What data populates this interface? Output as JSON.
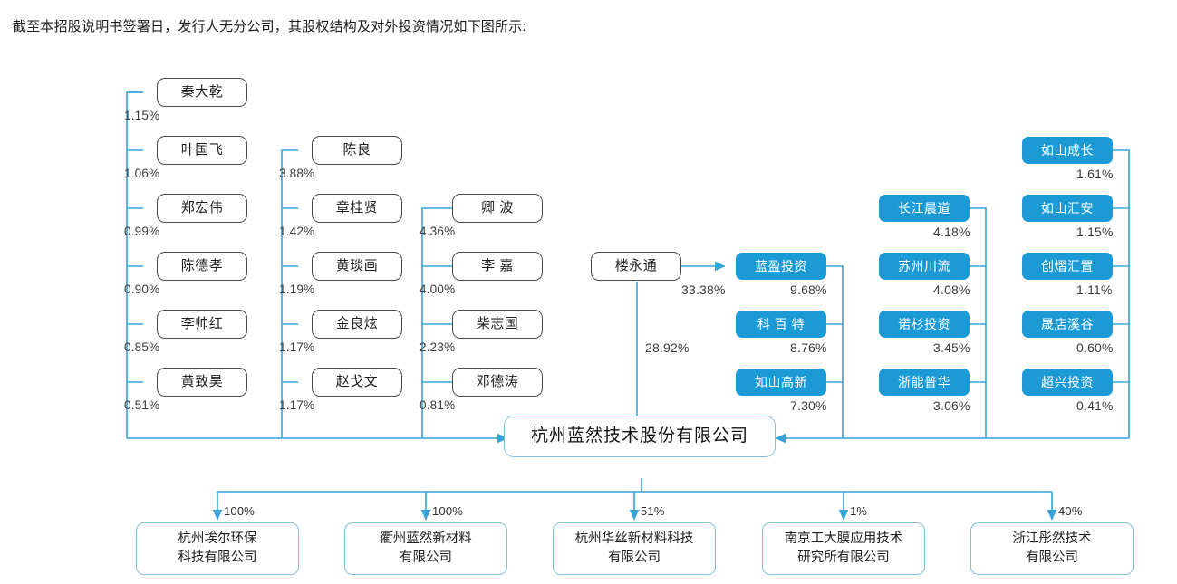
{
  "page": {
    "intro_text": "截至本招股说明书签署日，发行人无分公司，其股权结构及对外投资情况如下图所示:"
  },
  "colors": {
    "institution_fill": "#1c9ad6",
    "wire": "#36a3d9",
    "person_border": "#4a4a4a",
    "company_border": "#7ec0de"
  },
  "chart_data": {
    "type": "diagram",
    "title": "杭州蓝然技术股份有限公司 股权结构及对外投资情况",
    "center": {
      "name": "杭州蓝然技术股份有限公司"
    },
    "shareholder_columns": [
      {
        "kind": "person",
        "items": [
          {
            "name": "秦大乾",
            "pct": "1.15%"
          },
          {
            "name": "叶国飞",
            "pct": "1.06%"
          },
          {
            "name": "郑宏伟",
            "pct": "0.99%"
          },
          {
            "name": "陈德孝",
            "pct": "0.90%"
          },
          {
            "name": "李帅红",
            "pct": "0.85%"
          },
          {
            "name": "黄致昊",
            "pct": "0.51%"
          }
        ]
      },
      {
        "kind": "person",
        "items": [
          {
            "name": "陈良",
            "pct": "3.88%"
          },
          {
            "name": "章桂贤",
            "pct": "1.42%"
          },
          {
            "name": "黄琰画",
            "pct": "1.19%"
          },
          {
            "name": "金良炫",
            "pct": "1.17%"
          },
          {
            "name": "赵戈文",
            "pct": "1.17%"
          }
        ]
      },
      {
        "kind": "person",
        "items": [
          {
            "name": "卿 波",
            "pct": "4.36%"
          },
          {
            "name": "李 嘉",
            "pct": "4.00%"
          },
          {
            "name": "柴志国",
            "pct": "2.23%"
          },
          {
            "name": "邓德涛",
            "pct": "0.81%"
          }
        ]
      },
      {
        "kind": "institution",
        "items": [
          {
            "name": "蓝盈投资",
            "pct": "9.68%"
          },
          {
            "name": "科 百 特",
            "pct": "8.76%"
          },
          {
            "name": "如山高新",
            "pct": "7.30%"
          }
        ]
      },
      {
        "kind": "institution",
        "items": [
          {
            "name": "长江晨道",
            "pct": "4.18%"
          },
          {
            "name": "苏州川流",
            "pct": "4.08%"
          },
          {
            "name": "诺杉投资",
            "pct": "3.45%"
          },
          {
            "name": "浙能普华",
            "pct": "3.06%"
          }
        ]
      },
      {
        "kind": "institution",
        "items": [
          {
            "name": "如山成长",
            "pct": "1.61%"
          },
          {
            "name": "如山汇安",
            "pct": "1.15%"
          },
          {
            "name": "创熠汇置",
            "pct": "1.11%"
          },
          {
            "name": "晟店溪谷",
            "pct": "0.60%"
          },
          {
            "name": "超兴投资",
            "pct": "0.41%"
          }
        ]
      }
    ],
    "controlling_shareholder": {
      "name": "楼永通",
      "direct_pct": "28.92%",
      "to_lanying_pct": "33.38%",
      "to_lanying_target": "蓝盈投资"
    },
    "subsidiaries": [
      {
        "name": "杭州埃尔环保\n科技有限公司",
        "pct": "100%"
      },
      {
        "name": "衢州蓝然新材料\n有限公司",
        "pct": "100%"
      },
      {
        "name": "杭州华丝新材料科技\n有限公司",
        "pct": "51%"
      },
      {
        "name": "南京工大膜应用技术\n研究所有限公司",
        "pct": "1%"
      },
      {
        "name": "浙江彤然技术\n有限公司",
        "pct": "40%"
      }
    ]
  }
}
